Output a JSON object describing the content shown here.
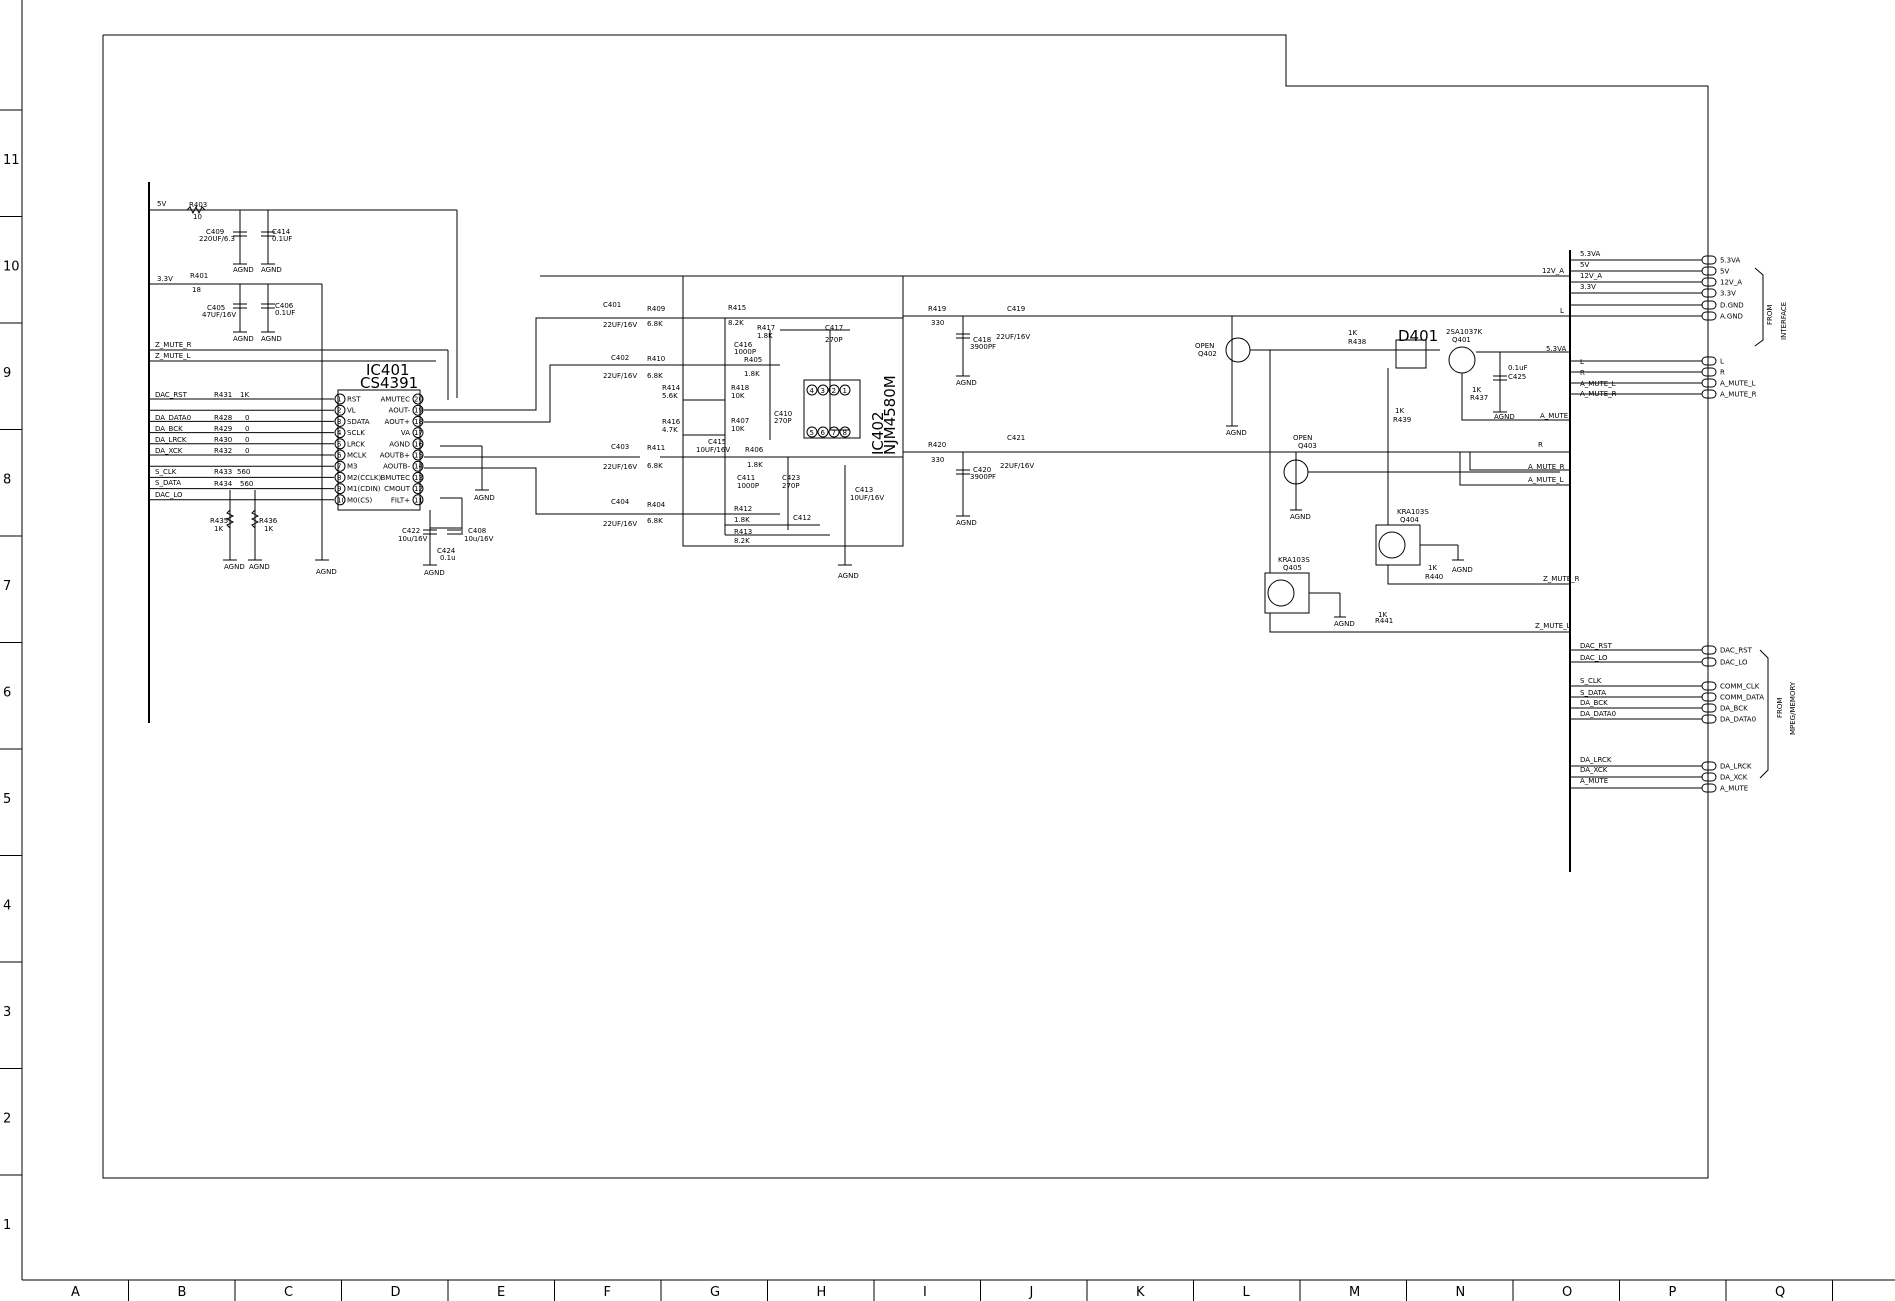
{
  "grid": {
    "columns": [
      "A",
      "B",
      "C",
      "D",
      "E",
      "F",
      "G",
      "H",
      "I",
      "J",
      "K",
      "L",
      "M",
      "N",
      "O",
      "P",
      "Q"
    ],
    "rows": [
      "11",
      "10",
      "9",
      "8",
      "7",
      "6",
      "5",
      "4",
      "3",
      "2",
      "1"
    ]
  },
  "ic401": {
    "ref": "IC401",
    "part": "CS4391",
    "left_pins": [
      "RST",
      "VL",
      "SDATA",
      "SCLK",
      "LRCK",
      "MCLK",
      "M3",
      "M2(CCLK)",
      "M1(CDIN)",
      "M0(CS)"
    ],
    "left_nums": [
      "1",
      "2",
      "3",
      "4",
      "5",
      "6",
      "7",
      "8",
      "9",
      "10"
    ],
    "right_pins": [
      "AMUTEC",
      "AOUT-",
      "AOUT+",
      "VA",
      "AGND",
      "AOUTB+",
      "AOUTB-",
      "BMUTEC",
      "CMOUT",
      "FILT+"
    ],
    "right_nums": [
      "20",
      "19",
      "18",
      "17",
      "16",
      "15",
      "14",
      "13",
      "12",
      "11"
    ]
  },
  "ic402": {
    "ref": "IC402",
    "part": "NJM4580M",
    "top_pins": [
      "4",
      "3",
      "2",
      "1"
    ],
    "bottom_pins": [
      "5",
      "6",
      "7",
      "8"
    ]
  },
  "left_nets": {
    "n5v": "5V",
    "n33v": "3.3V",
    "zmr": "Z_MUTE_R",
    "zml": "Z_MUTE_L",
    "dacrst": "DAC_RST",
    "dadata": "DA_DATA0",
    "dabck": "DA_BCK",
    "dalrck": "DA_LRCK",
    "daxck": "DA_XCK",
    "sclk": "S_CLK",
    "sdata": "S_DATA",
    "daclo": "DAC_LO"
  },
  "left_parts": {
    "r403": "R403",
    "r403v": "10",
    "c409": "C409",
    "c409v": "220UF/6.3",
    "c414": "C414",
    "c414v": "0.1UF",
    "r401": "R401",
    "r401v": "18",
    "c405": "C405",
    "c405v": "47UF/16V",
    "c406": "C406",
    "c406v": "0.1UF",
    "r431": "R431",
    "r431v": "1K",
    "r428": "R428",
    "r428v": "0",
    "r429": "R429",
    "r429v": "0",
    "r430": "R430",
    "r430v": "0",
    "r432": "R432",
    "r432v": "0",
    "r433": "R433",
    "r433v": "560",
    "r434": "R434",
    "r434v": "560",
    "r435": "R435",
    "r435v": "1K",
    "r436": "R436",
    "r436v": "1K",
    "c422": "C422",
    "c422v": "10u/16V",
    "c424": "C424",
    "c424v": "0.1u",
    "c408": "C408",
    "c408v": "10u/16V"
  },
  "mid_parts": {
    "c401": "C401",
    "c401v": "22UF/16V",
    "r409": "R409",
    "r409v": "6.8K",
    "c402": "C402",
    "c402v": "22UF/16V",
    "r410": "R410",
    "r410v": "6.8K",
    "c403": "C403",
    "c403v": "22UF/16V",
    "r411": "R411",
    "r411v": "6.8K",
    "c404": "C404",
    "c404v": "22UF/16V",
    "r404": "R404",
    "r404v": "6.8K",
    "r415": "R415",
    "r415v": "8.2K",
    "r417": "R417",
    "r417v": "1.8K",
    "c417": "C417",
    "c417v": "270P",
    "c416": "C416",
    "c416v": "1000P",
    "r405": "R405",
    "r405v": "1.8K",
    "r418": "R418",
    "r418v": "10K",
    "r414": "R414",
    "r414v": "5.6K",
    "r416": "R416",
    "r416v": "4.7K",
    "r407": "R407",
    "r407v": "10K",
    "c410": "C410",
    "c410v": "270P",
    "c415": "C415",
    "c415v": "10UF/16V",
    "r406": "R406",
    "r406v": "1.8K",
    "c411": "C411",
    "c411v": "1000P",
    "c423": "C423",
    "c423v": "270P",
    "c413": "C413",
    "c413v": "10UF/16V",
    "r412": "R412",
    "r412v": "1.8K",
    "c412": "C412",
    "r413": "R413",
    "r413v": "8.2K"
  },
  "right_parts": {
    "r419": "R419",
    "r419v": "330",
    "c418": "C418",
    "c418v": "3900PF",
    "c419": "C419",
    "c419v": "22UF/16V",
    "r420": "R420",
    "r420v": "330",
    "c420": "C420",
    "c420v": "3900PF",
    "c421": "C421",
    "c421v": "22UF/16V",
    "q402open": "OPEN",
    "q402": "Q402",
    "q403open": "OPEN",
    "q403": "Q403",
    "r438v": "1K",
    "r438": "R438",
    "d401": "D401",
    "q401part": "2SA1037K",
    "q401": "Q401",
    "c425v": "0.1uF",
    "c425": "C425",
    "r437v": "1K",
    "r437": "R437",
    "r439v": "1K",
    "r439": "R439",
    "q404part": "KRA103S",
    "q404": "Q404",
    "r440v": "1K",
    "r440": "R440",
    "q405part": "KRA103S",
    "q405": "Q405",
    "r441v": "1K",
    "r441": "R441",
    "ln": "L",
    "rn": "R"
  },
  "bus_labels": {
    "v53a": "5.3VA",
    "n5v": "5V",
    "v12a": "12V_A",
    "n33v": "3.3V",
    "l": "L",
    "r": "R",
    "amutel": "A_MUTE_L",
    "amuter": "A_MUTE_R",
    "v12a2": "12V_A",
    "l2": "L",
    "v53a2": "5.3VA",
    "amute": "A_MUTE",
    "r2": "R",
    "amuter2": "A_MUTE_R",
    "amutel2": "A_MUTE_L",
    "zmr": "Z_MUTE_R",
    "zml": "Z_MUTE_L",
    "dacrst": "DAC_RST",
    "daclo": "DAC_LO",
    "sclk": "S_CLK",
    "sdata": "S_DATA",
    "dabck": "DA_BCK",
    "dadata": "DA_DATA0",
    "dalrck": "DA_LRCK",
    "daxck": "DA_XCK",
    "amute2": "A_MUTE"
  },
  "connector_interface": [
    "5.3VA",
    "5V",
    "12V_A",
    "3.3V",
    "D.GND",
    "A.GND",
    "L",
    "R",
    "A_MUTE_L",
    "A_MUTE_R"
  ],
  "connector_mpeg": [
    "DAC_RST",
    "DAC_LO",
    "COMM_CLK",
    "COMM_DATA",
    "DA_BCK",
    "DA_DATA0",
    "DA_LRCK",
    "DA_XCK",
    "A_MUTE"
  ],
  "from_interface": [
    "FROM",
    "INTERFACE"
  ],
  "from_mpeg": [
    "FROM",
    "MPEG/MEMORY"
  ],
  "agnd": "AGND"
}
